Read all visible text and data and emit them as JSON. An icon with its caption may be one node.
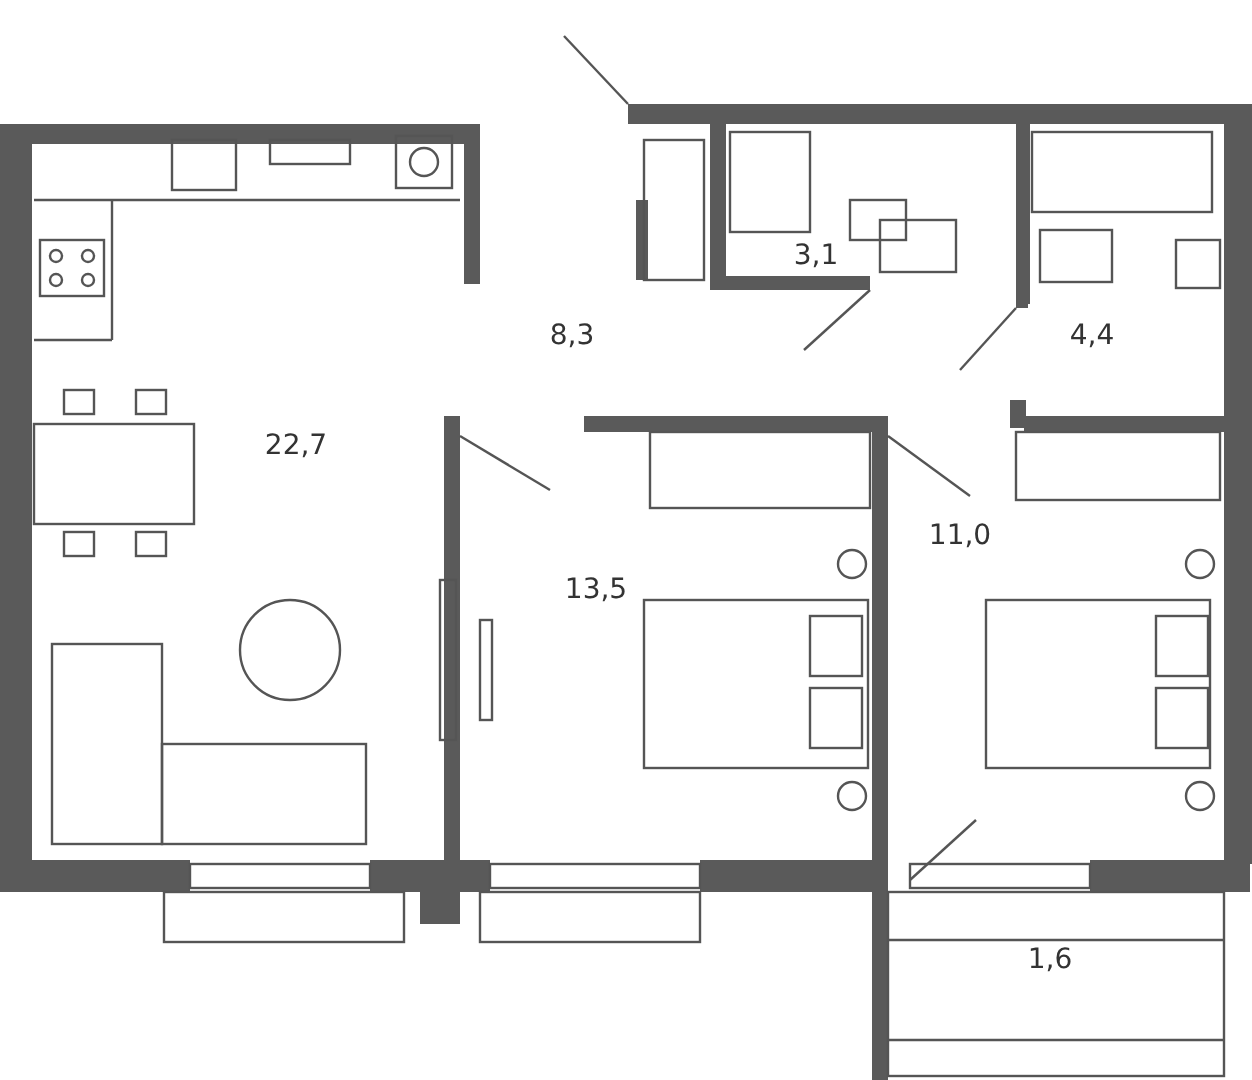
{
  "diagram": {
    "labels": [
      "3,1",
      "8,3",
      "4,4",
      "22,7",
      "11,0",
      "13,5",
      "1,6"
    ]
  }
}
